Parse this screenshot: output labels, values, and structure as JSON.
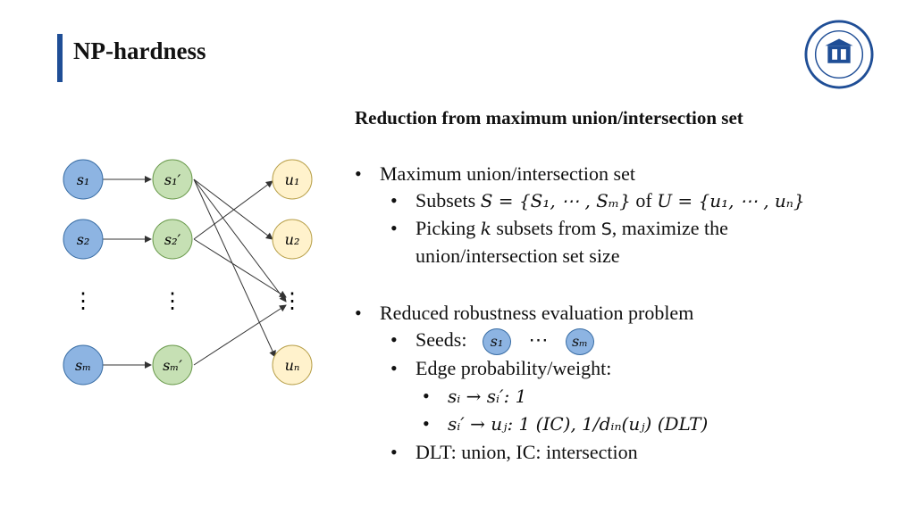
{
  "slide": {
    "title": "NP-hardness",
    "subtitle": "Reduction from maximum union/intersection set"
  },
  "graph": {
    "left_nodes": [
      "s1",
      "s2",
      "sm"
    ],
    "mid_nodes": [
      "s1'",
      "s2'",
      "sm'"
    ],
    "right_nodes": [
      "u1",
      "u2",
      "un"
    ],
    "colors": {
      "left": "#8db4e2",
      "mid": "#c6e0b4",
      "right": "#fff2cc"
    }
  },
  "bullets": {
    "b1": "Maximum union/intersection set",
    "b1_1_prefix": "Subsets ",
    "b1_1_of": " of ",
    "b1_2_a": "Picking ",
    "b1_2_k": "k",
    "b1_2_b": " subsets from ",
    "b1_2_c": ", maximize the",
    "b1_2_cont": "union/intersection set size",
    "b2": "Reduced robustness evaluation problem",
    "seeds_label": "Seeds:",
    "seeds_dots": "⋯",
    "edge_label": "Edge probability/weight:",
    "edge1": "sᵢ → sᵢ′: 1",
    "edge2": "sᵢ′ → uⱼ: 1 (IC),  1/dᵢₙ(uⱼ) (DLT)",
    "dlt": "DLT: union, IC: intersection"
  },
  "math": {
    "set_S": "S = {S₁, ⋯ , Sₘ}",
    "set_U": "U = {u₁, ⋯ , uₙ}",
    "S_sym": "S"
  }
}
